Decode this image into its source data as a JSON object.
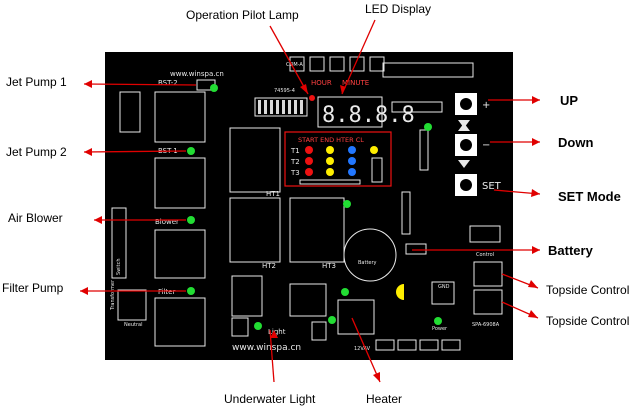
{
  "labels": {
    "operation_pilot_lamp": "Operation Pilot Lamp",
    "led_display": "LED Display",
    "jet_pump_1": "Jet Pump 1",
    "jet_pump_2": "Jet Pump 2",
    "air_blower": "Air Blower",
    "filter_pump": "Filter Pump",
    "up": "UP",
    "down": "Down",
    "set_mode": "SET Mode",
    "battery": "Battery",
    "topside_control_1": "Topside Control",
    "topside_control_2": "Topside Control",
    "underwater_light": "Underwater Light",
    "heater": "Heater"
  },
  "board": {
    "url_top": "www.winspa.cn",
    "url_bottom": "www.winspa.cn",
    "hour": "HOUR",
    "minute": "MINUTE",
    "bst2": "BST-2",
    "bst1": "BST-1",
    "blower": "Blower",
    "filter": "Filter",
    "light": "Light",
    "ht1": "HT1",
    "ht2": "HT2",
    "ht3": "HT3",
    "battery": "Battery",
    "power": "Power",
    "control": "Control",
    "set": "SET",
    "plus": "+",
    "minus": "−",
    "table_header": "START END HTER CL",
    "rows": [
      "T1",
      "T2",
      "T3"
    ],
    "spa_model": "SPA-6908A",
    "ic_label": "74595-4",
    "com_label": "COM-A",
    "switch": "Switch",
    "transformer": "Transformer",
    "neutral": "Neutral",
    "gnd": "GND",
    "voltage_label": "12VAV"
  },
  "colors": {
    "board": "#000000",
    "silk": "#e9e9e9",
    "led_green": "#22dd33",
    "led_red": "#ee1111",
    "led_yellow": "#ffee00",
    "led_blue": "#2277ff",
    "arrow": "#e00000"
  }
}
